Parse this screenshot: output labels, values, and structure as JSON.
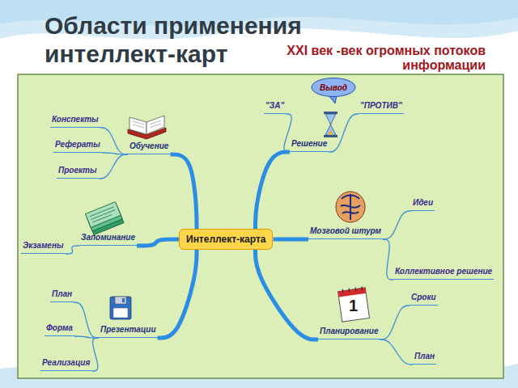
{
  "diagram": {
    "title": "Области применения интеллект-карт",
    "nodes": [
      {
        "text": [
          "Интеллект-карта"
        ]
      },
      {
        "text": [
          "Обучение"
        ]
      },
      {
        "text": [
          "Конспекты"
        ]
      },
      {
        "text": [
          "Рефераты"
        ]
      },
      {
        "text": [
          "Проекты"
        ]
      },
      {
        "text": [
          "Запоминание"
        ]
      },
      {
        "text": [
          "Экзамены"
        ]
      },
      {
        "text": [
          "Презентации"
        ]
      },
      {
        "text": [
          "План"
        ]
      },
      {
        "text": [
          "Форма"
        ]
      },
      {
        "text": [
          "Реализация"
        ]
      },
      {
        "text": [
          "Решение"
        ]
      },
      {
        "text": [
          "\"ЗА\""
        ]
      },
      {
        "text": [
          "\"ПРОТИВ\""
        ]
      },
      {
        "text": [
          "Вывод"
        ]
      },
      {
        "text": [
          "Мозговой штурм"
        ]
      },
      {
        "text": [
          "Идеи"
        ]
      },
      {
        "text": [
          "Коллективное решение"
        ]
      },
      {
        "text": [
          "Планирование"
        ]
      },
      {
        "text": [
          "Сроки"
        ]
      },
      {
        "text": [
          "План"
        ]
      }
    ],
    "edges": [
      {
        "from": 0,
        "to": 1,
        "arrow": "none"
      },
      {
        "from": 1,
        "to": 2,
        "arrow": "none"
      },
      {
        "from": 1,
        "to": 3,
        "arrow": "none"
      },
      {
        "from": 1,
        "to": 4,
        "arrow": "none"
      },
      {
        "from": 0,
        "to": 5,
        "arrow": "none"
      },
      {
        "from": 5,
        "to": 6,
        "arrow": "none"
      },
      {
        "from": 0,
        "to": 7,
        "arrow": "none"
      },
      {
        "from": 7,
        "to": 8,
        "arrow": "none"
      },
      {
        "from": 7,
        "to": 9,
        "arrow": "none"
      },
      {
        "from": 7,
        "to": 10,
        "arrow": "none"
      },
      {
        "from": 0,
        "to": 11,
        "arrow": "none"
      },
      {
        "from": 11,
        "to": 12,
        "arrow": "none"
      },
      {
        "from": 11,
        "to": 13,
        "arrow": "none"
      },
      {
        "from": 0,
        "to": 15,
        "arrow": "none"
      },
      {
        "from": 15,
        "to": 16,
        "arrow": "none"
      },
      {
        "from": 15,
        "to": 17,
        "arrow": "none"
      },
      {
        "from": 0,
        "to": 18,
        "arrow": "none"
      },
      {
        "from": 18,
        "to": 19,
        "arrow": "none"
      },
      {
        "from": 18,
        "to": 20,
        "arrow": "none"
      }
    ],
    "labels": [
      "XXI век -век огромных потоков информации",
      "1"
    ]
  }
}
